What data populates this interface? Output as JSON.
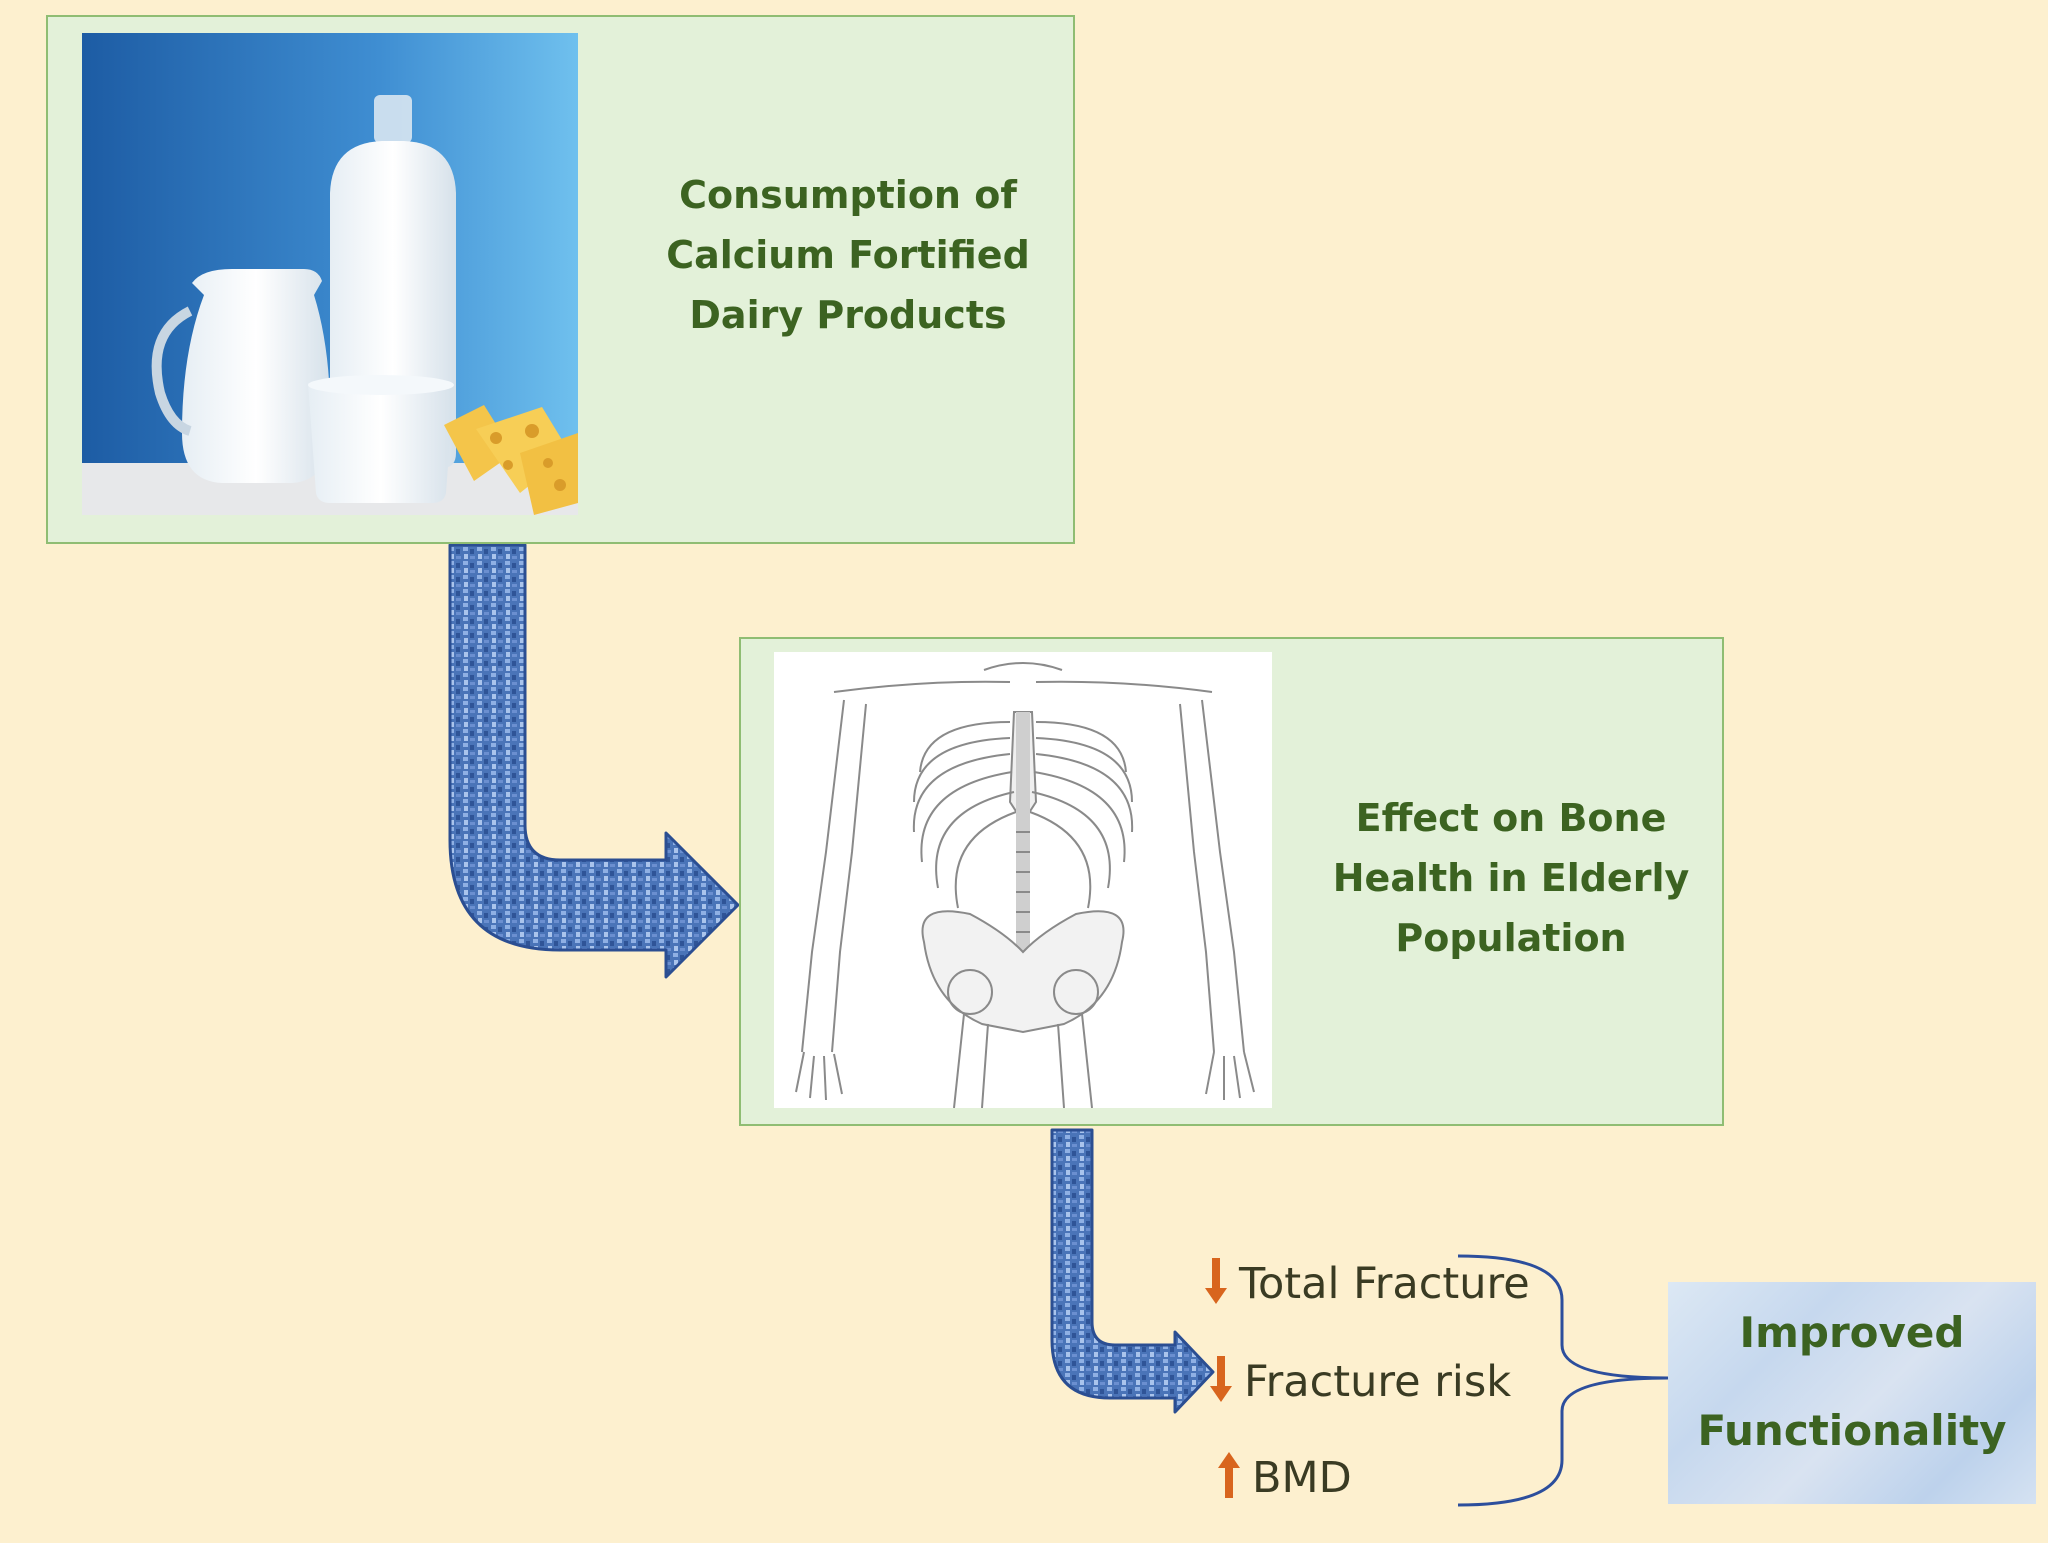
{
  "panels": [
    {
      "id": "dairy",
      "title_lines": [
        "Consumption of",
        "Calcium Fortified",
        "Dairy Products"
      ]
    },
    {
      "id": "bone",
      "title_lines": [
        "Effect on Bone",
        "Health in Elderly",
        "Population"
      ]
    }
  ],
  "outcomes": [
    {
      "direction": "down",
      "label": "Total Fracture"
    },
    {
      "direction": "down",
      "label": "Fracture risk"
    },
    {
      "direction": "up",
      "label": "BMD"
    }
  ],
  "result": {
    "line1": "Improved",
    "line2": "Functionality"
  },
  "colors": {
    "background": "#fdf0cf",
    "panel_fill": "#e3f1d9",
    "panel_border": "#8fbd73",
    "title_text": "#3c6321",
    "flow_arrow": "#4a74b8",
    "indicator_arrow": "#d8651e",
    "bracket": "#2c4e9c"
  },
  "icons": {
    "dairy_image": "milk-bottles-and-cheese-photo",
    "bone_image": "human-skeleton-illustration",
    "flow_arrow": "curved-right-arrow-icon",
    "decrease": "down-arrow-icon",
    "increase": "up-arrow-icon"
  }
}
